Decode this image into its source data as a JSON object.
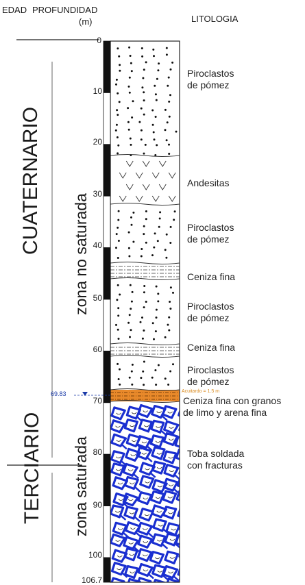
{
  "headers": {
    "edad": "EDAD",
    "profundidad": "PROFUNDIDAD",
    "unit": "(m)",
    "litologia": "LITOLOGIA"
  },
  "periods": {
    "upper": "CUATERNARIO",
    "lower": "TERCIARIO"
  },
  "zones": {
    "unsaturated": "zona no saturada",
    "saturated": "zona saturada"
  },
  "depth_ticks": [
    "0",
    "10",
    "20",
    "30",
    "40",
    "50",
    "60",
    "70",
    "80",
    "90",
    "100",
    "106.7"
  ],
  "water_level": "69.83",
  "aquitard_note": "Acuitardo = 1.5 m",
  "layers": [
    {
      "label_lines": [
        "Piroclastos",
        "de pómez"
      ],
      "pattern": "dots"
    },
    {
      "label_lines": [
        "Andesitas"
      ],
      "pattern": "v"
    },
    {
      "label_lines": [
        "Piroclastos",
        "de pómez"
      ],
      "pattern": "dots"
    },
    {
      "label_lines": [
        "Ceniza fina"
      ],
      "pattern": "dash"
    },
    {
      "label_lines": [
        "Piroclastos",
        "de pómez"
      ],
      "pattern": "dots"
    },
    {
      "label_lines": [
        "Ceniza fina"
      ],
      "pattern": "dash"
    },
    {
      "label_lines": [
        "Piroclastos",
        "de pómez"
      ],
      "pattern": "dots"
    },
    {
      "label_lines": [
        "Ceniza fina con granos",
        "de limo y arena fina"
      ],
      "pattern": "aquitard"
    },
    {
      "label_lines": [
        "Toba soldada",
        "con fracturas"
      ],
      "pattern": "tuff"
    }
  ],
  "colors": {
    "aquitard": "#e8892a",
    "tuff": "#1a2fd0",
    "water_marker": "#1a3aa8",
    "aquitard_text": "#d98a1e"
  }
}
